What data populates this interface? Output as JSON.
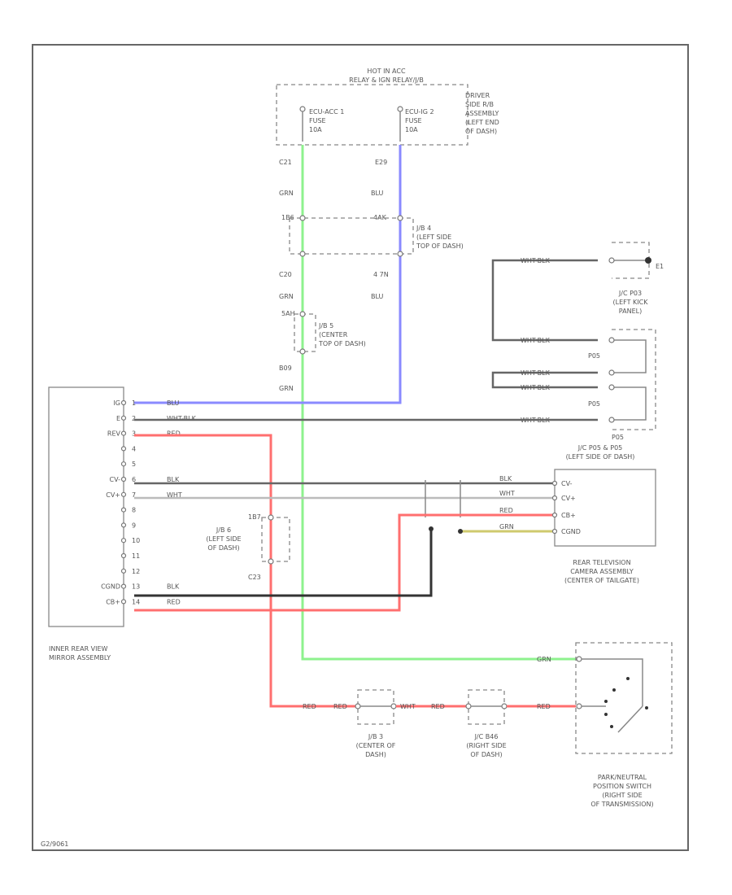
{
  "footer_code": "G2/9061",
  "fuse_block": {
    "title": "HOT IN ACC",
    "subtitle": "RELAY & IGN RELAY/J/B",
    "fuse1": [
      "ECU-ACC 1",
      "FUSE",
      "10A"
    ],
    "fuse2": [
      "ECU-IG 2",
      "FUSE",
      "10A"
    ],
    "location": [
      "DRIVER",
      "SIDE R/B",
      "ASSEMBLY",
      "(LEFT END",
      "OF DASH)"
    ]
  },
  "wire_labels": {
    "c21": "C21",
    "e29": "E29",
    "grn1": "GRN",
    "blu1": "BLU",
    "n1b": "1B6",
    "n4ak": "4AK",
    "c20": "C20",
    "n47n": "4 7N",
    "grn2": "GRN",
    "blu2": "BLU",
    "n5ah": "5AH",
    "b09": "B09",
    "grn3": "GRN"
  },
  "jb4": [
    "J/B 4",
    "(LEFT SIDE",
    "TOP OF DASH)"
  ],
  "jb5_top": [
    "J/B 5",
    "(CENTER",
    "TOP OF DASH)"
  ],
  "jb6": [
    "J/B 6",
    "(LEFT SIDE",
    "OF DASH)"
  ],
  "jb6_pins": {
    "top": "1B7",
    "bottom": "C23"
  },
  "jc_p03": {
    "label": [
      "J/C P03",
      "(LEFT KICK",
      "PANEL)"
    ],
    "ground": "E1",
    "wire1": "WHT-BLK",
    "wire2": "WHT-BLK"
  },
  "jc_p05": {
    "pins": [
      "P05",
      "P05",
      "P05"
    ],
    "label": [
      "J/C P05 & P05",
      "(LEFT SIDE OF DASH)"
    ],
    "wires": [
      "WHT-BLK",
      "WHT-BLK",
      "WHT-BLK"
    ]
  },
  "mirror": {
    "label": [
      "INNER REAR VIEW",
      "MIRROR ASSEMBLY"
    ],
    "pin_names": [
      "IG",
      "E",
      "REV",
      "",
      "",
      "CV-",
      "CV+",
      "",
      "",
      "",
      "",
      "",
      "CGND",
      "CB+"
    ],
    "pin_numbers": [
      "1",
      "2",
      "3",
      "4",
      "5",
      "6",
      "7",
      "8",
      "9",
      "10",
      "11",
      "12",
      "13",
      "14"
    ],
    "wire_colors": [
      "BLU",
      "WHT-BLK",
      "RED",
      "",
      "",
      "BLK",
      "WHT",
      "",
      "",
      "",
      "",
      "",
      "BLK",
      "RED"
    ]
  },
  "camera": {
    "pins": [
      "CV-",
      "CV+",
      "CB+",
      "CGND"
    ],
    "wires": [
      "BLK",
      "WHT",
      "RED",
      "GRN"
    ],
    "label": [
      "REAR TELEVISION",
      "CAMERA ASSEMBLY",
      "(CENTER OF TAILGATE)"
    ]
  },
  "bottom": {
    "grn": "GRN",
    "red1": "RED",
    "red2": "RED",
    "red3": "RED",
    "red4": "RED",
    "wht": "WHT",
    "jb3": [
      "J/B 3",
      "(CENTER OF",
      "DASH)"
    ],
    "jc": [
      "J/C B46",
      "(RIGHT SIDE",
      "OF DASH)"
    ]
  },
  "pnp_switch": [
    "PARK/NEUTRAL",
    "POSITION SWITCH",
    "(RIGHT SIDE",
    "OF TRANSMISSION)"
  ],
  "colors": {
    "blu": "#8a8aff",
    "grn": "#8ef28e",
    "red": "#ff6f6f",
    "yel": "#cfca6e",
    "blk": "#333333"
  }
}
